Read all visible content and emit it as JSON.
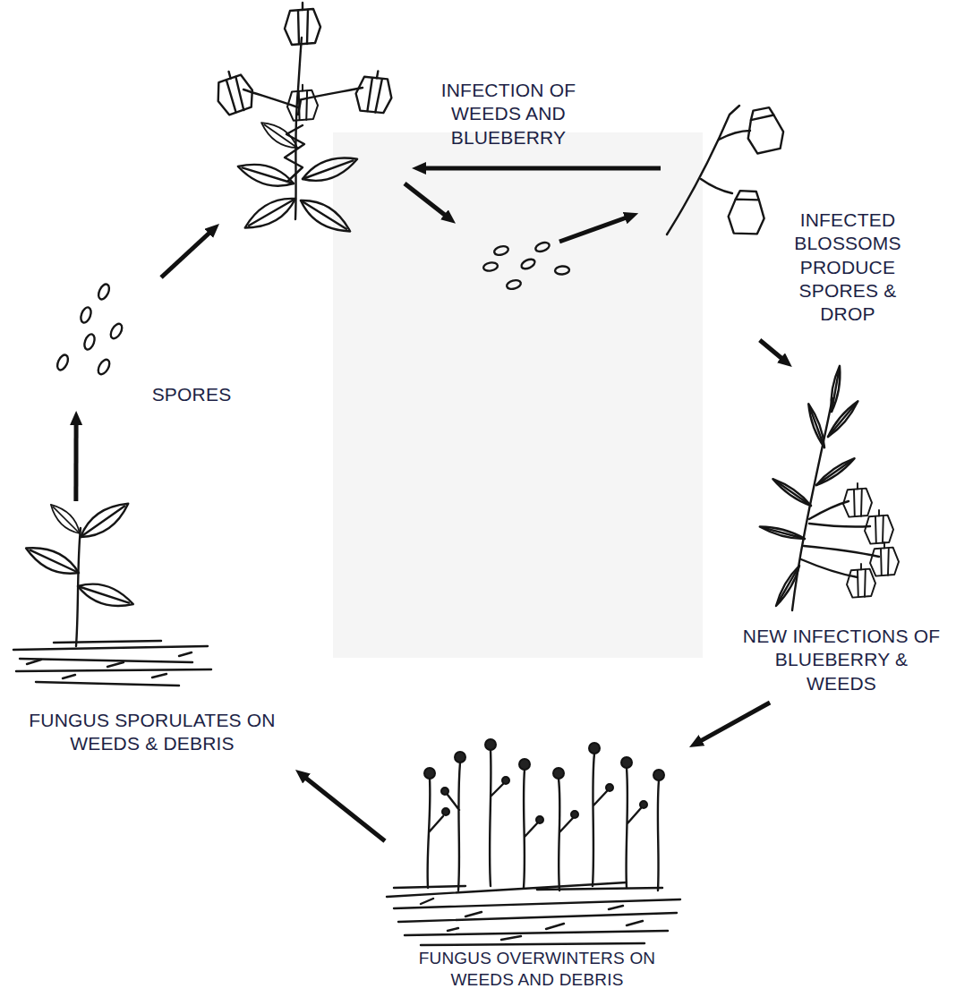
{
  "diagram": {
    "nodes": [
      {
        "text": [
          "INFECTION OF WEEDS AND BLUEBERRY"
        ]
      },
      {
        "text": [
          "INFECTED BLOSSOMS PRODUCE SPORES & DROP"
        ]
      },
      {
        "text": [
          "NEW INFECTIONS OF BLUEBERRY & WEEDS"
        ]
      },
      {
        "text": [
          "FUNGUS OVERWINTERS ON WEEDS AND DEBRIS"
        ]
      },
      {
        "text": [
          "FUNGUS SPORULATES ON WEEDS & DEBRIS"
        ]
      },
      {
        "text": [
          "SPORES"
        ]
      }
    ],
    "edges": [
      {
        "from": 1,
        "to": 0,
        "arrow": "to"
      },
      {
        "from": 1,
        "to": 2,
        "arrow": "to"
      },
      {
        "from": 2,
        "to": 3,
        "arrow": "to"
      },
      {
        "from": 3,
        "to": 4,
        "arrow": "to"
      },
      {
        "from": 4,
        "to": 5,
        "arrow": "to"
      },
      {
        "from": 5,
        "to": 0,
        "arrow": "to"
      }
    ]
  }
}
